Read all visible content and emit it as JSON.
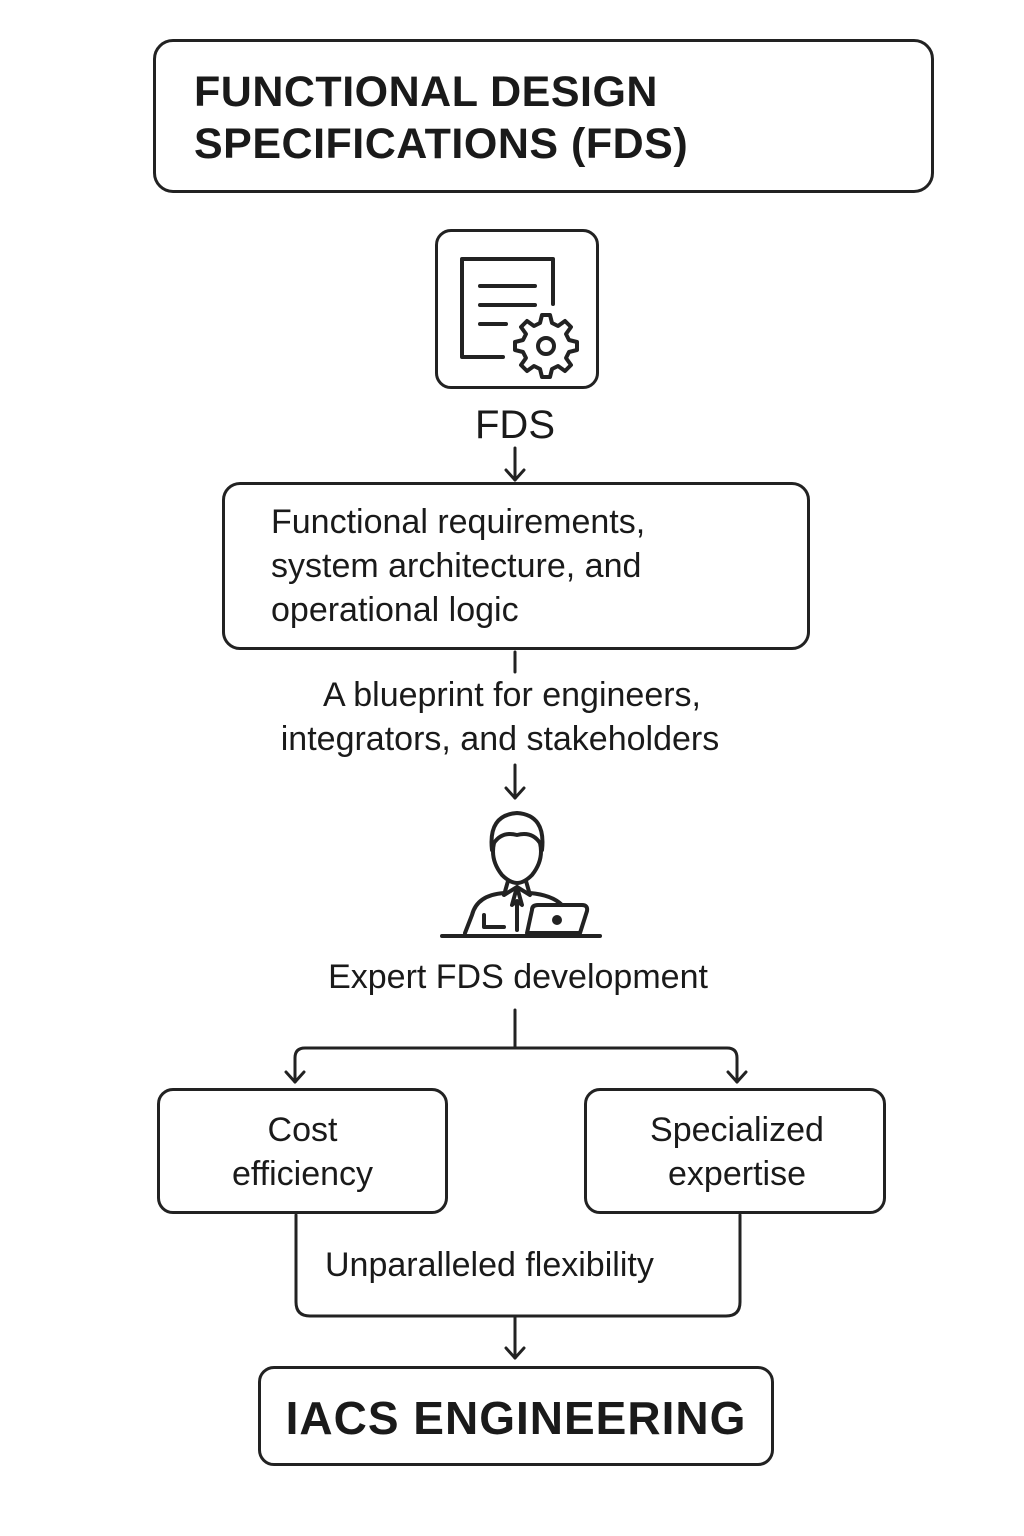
{
  "title": {
    "line1": "FUNCTIONAL DESIGN",
    "line2": "SPECIFICATIONS (FDS)"
  },
  "fds_icon": {
    "icon": "document-gear-icon",
    "label": "FDS"
  },
  "scope_box": {
    "line1": "Functional requirements,",
    "line2": "system architecture, and",
    "line3": "operational logic"
  },
  "blueprint": {
    "line1": "A blueprint for engineers,",
    "line2": "integrators, and stakeholders"
  },
  "expert": {
    "icon": "person-laptop-icon",
    "label": "Expert FDS development"
  },
  "benefits": [
    {
      "line1": "Cost",
      "line2": "efficiency"
    },
    {
      "line1": "Specialized",
      "line2": "expertise"
    }
  ],
  "flexibility": {
    "label": "Unparalleled flexibility"
  },
  "footer": {
    "label": "IACS ENGINEERING"
  },
  "colors": {
    "stroke": "#222222",
    "text": "#1a1a1a",
    "background": "#ffffff"
  }
}
